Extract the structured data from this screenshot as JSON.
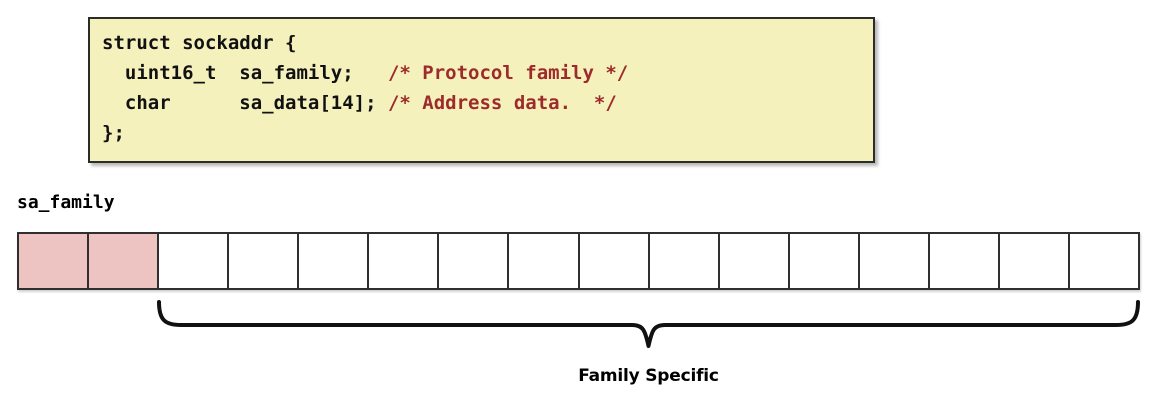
{
  "code_box": {
    "language": "c",
    "background_color": "#f4f1bd",
    "border_color": "#2b2b27",
    "text_color": "#111111",
    "comment_color": "#9e2b2b",
    "lines": [
      {
        "decl": "struct sockaddr {",
        "comment": ""
      },
      {
        "decl": "  uint16_t  sa_family;   ",
        "comment": "/* Protocol family */"
      },
      {
        "decl": "  char      sa_data[14]; ",
        "comment": "/* Address data.  */"
      },
      {
        "decl": "};",
        "comment": ""
      }
    ]
  },
  "diagram": {
    "field_label": "sa_family",
    "total_bytes": 16,
    "family_bytes": 2,
    "data_bytes": 14,
    "family_fill_color": "#edc4c1",
    "data_fill_color": "#ffffff",
    "cell_border_color": "#2f2f2f",
    "brace_caption": "Family Specific",
    "cells": [
      {
        "index": 0,
        "fill": "family"
      },
      {
        "index": 1,
        "fill": "family"
      },
      {
        "index": 2,
        "fill": "data"
      },
      {
        "index": 3,
        "fill": "data"
      },
      {
        "index": 4,
        "fill": "data"
      },
      {
        "index": 5,
        "fill": "data"
      },
      {
        "index": 6,
        "fill": "data"
      },
      {
        "index": 7,
        "fill": "data"
      },
      {
        "index": 8,
        "fill": "data"
      },
      {
        "index": 9,
        "fill": "data"
      },
      {
        "index": 10,
        "fill": "data"
      },
      {
        "index": 11,
        "fill": "data"
      },
      {
        "index": 12,
        "fill": "data"
      },
      {
        "index": 13,
        "fill": "data"
      },
      {
        "index": 14,
        "fill": "data"
      },
      {
        "index": 15,
        "fill": "data"
      }
    ]
  }
}
